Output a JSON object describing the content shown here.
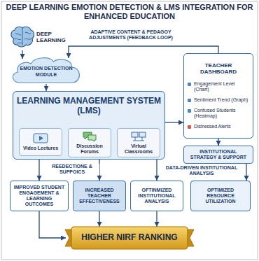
{
  "diagram": {
    "title": "DEEP LEARNING EMOTION DETECTION & LMS INTEGRATION FOR ENHANCED EDUCATION",
    "nodes": [
      {
        "text": [
          "DEEP LEARNING"
        ]
      },
      {
        "text": [
          "EMOTION DETECTION MODULE"
        ]
      },
      {
        "text": [
          "LEARNING MANAGEMENT SYSTEM (LMS)"
        ]
      },
      {
        "text": [
          "Video Lectures"
        ],
        "in": 2
      },
      {
        "text": [
          "Discussion Forums"
        ],
        "in": 2
      },
      {
        "text": [
          "Virtual Classrooms"
        ],
        "in": 2
      },
      {
        "text": [
          "TEACHER DASHBOARD",
          "Engagement Level (Chart)",
          "Sentiment Trend (Graph)",
          "Confused Students (Heatmap)",
          "Distressed Alerts"
        ]
      },
      {
        "text": [
          "INSTITUTIONAL STRATEGY & SUPPORT"
        ]
      },
      {
        "text": [
          "IMPROVED STUDENT ENGAGEMENT & LEARNING OUTCOMES"
        ]
      },
      {
        "text": [
          "INCREASED TEACHER EFFECTIVENESS"
        ]
      },
      {
        "text": [
          "OFTINMIZED INSTITUTIONAL ANALYSIS"
        ]
      },
      {
        "text": [
          "OPTIMIZED RESOURCE UTILIZATION"
        ]
      },
      {
        "text": [
          "HIGHER NIRF RANKING"
        ]
      }
    ],
    "edges": [
      {
        "from": 0,
        "to": 1,
        "arrow": "to"
      },
      {
        "from": 1,
        "to": 2,
        "arrow": "to"
      },
      {
        "from": 6,
        "to": 1,
        "label": "ADAPTIVE CONTENT & PEDAGOY ADJUSTMENTS (FEEDBACK LOOP)",
        "arrow": "to"
      },
      {
        "from": 2,
        "to": 6,
        "arrow": "to"
      },
      {
        "from": 6,
        "to": 7,
        "arrow": "to"
      },
      {
        "from": 2,
        "to": 8,
        "arrow": "to"
      },
      {
        "from": 2,
        "to": 9,
        "arrow": "to"
      },
      {
        "from": 2,
        "to": 10,
        "arrow": "to"
      },
      {
        "from": 7,
        "to": 11,
        "arrow": "to"
      },
      {
        "from": 8,
        "to": 12,
        "arrow": "to"
      },
      {
        "from": 9,
        "to": 12,
        "arrow": "to"
      },
      {
        "from": 10,
        "to": 12,
        "arrow": "to"
      }
    ],
    "labels": [
      "REEDECTIONE & SUPPOICS",
      "DATA-DRIVEN INSTITUTIONAL ANALYSIS"
    ]
  }
}
